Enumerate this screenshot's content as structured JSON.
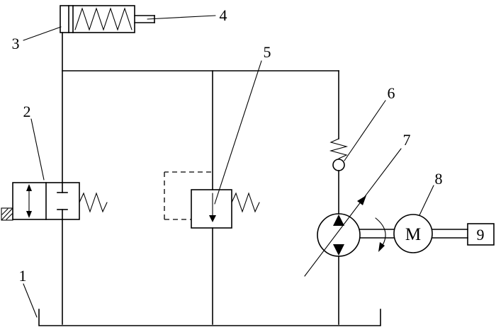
{
  "diagram": {
    "type": "hydraulic-circuit-schematic",
    "background_color": "#ffffff",
    "line_color": "#000000",
    "labels": {
      "tank": "1",
      "directional_valve": "2",
      "cylinder": "3",
      "piston_rod": "4",
      "relief_valve": "5",
      "check_valve": "6",
      "variable_pump": "7",
      "electric_motor": "8",
      "coupling": "9",
      "motor_symbol": "M"
    }
  }
}
